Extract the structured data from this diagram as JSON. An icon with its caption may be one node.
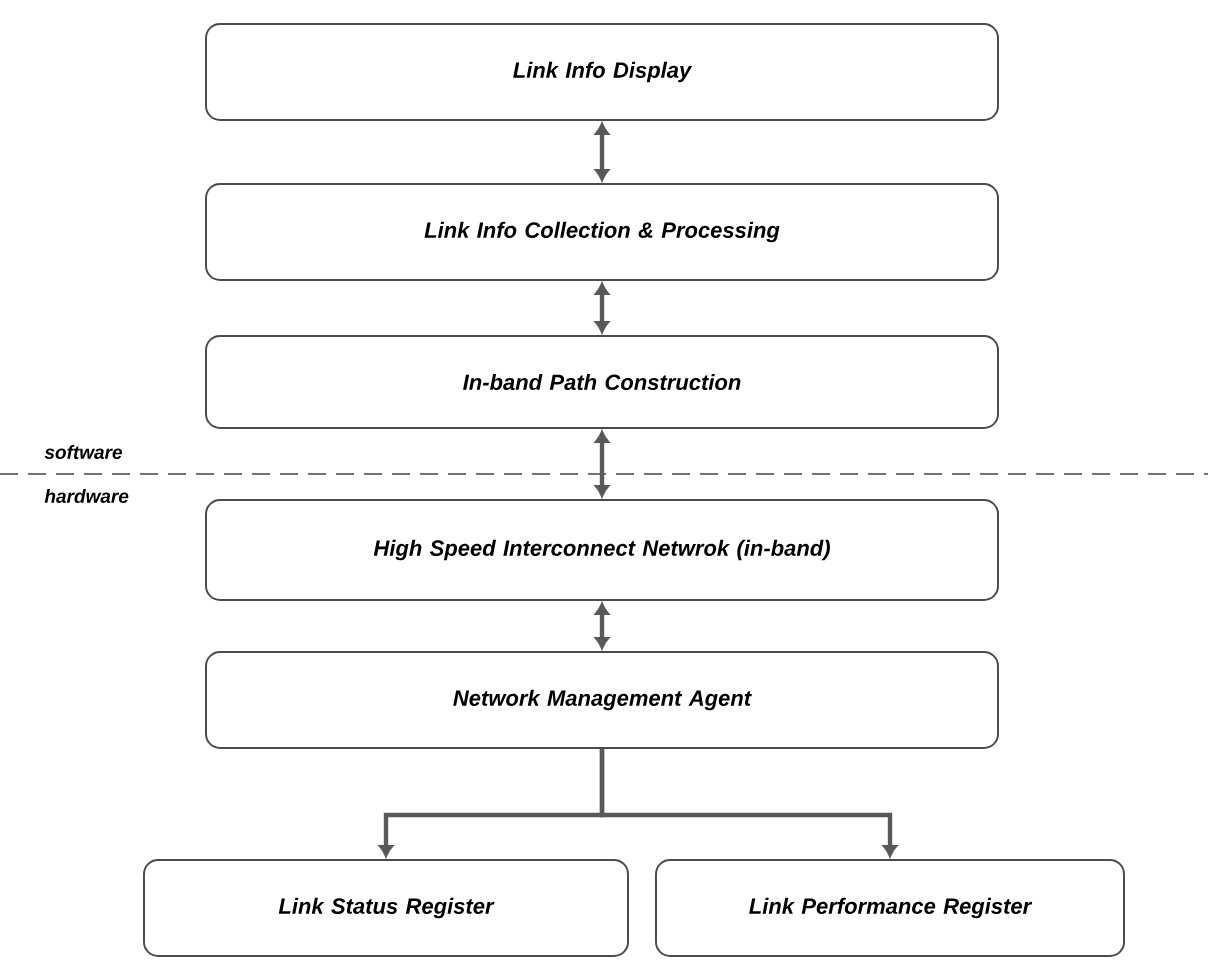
{
  "diagram": {
    "nodes": [
      {
        "text": [
          "Link Info Display"
        ]
      },
      {
        "text": [
          "Link Info Collection & Processing"
        ]
      },
      {
        "text": [
          "In-band Path Construction"
        ]
      },
      {
        "text": [
          "High Speed Interconnect Netwrok (in-band)"
        ]
      },
      {
        "text": [
          "Network Management Agent"
        ]
      },
      {
        "text": [
          "Link Status Register"
        ]
      },
      {
        "text": [
          "Link Performance Register"
        ]
      }
    ],
    "edges": [
      {
        "from": 0,
        "to": 1,
        "arrow": "both"
      },
      {
        "from": 1,
        "to": 2,
        "arrow": "both"
      },
      {
        "from": 2,
        "to": 3,
        "arrow": "both"
      },
      {
        "from": 3,
        "to": 4,
        "arrow": "both"
      },
      {
        "from": 4,
        "to": 5,
        "arrow": "to"
      },
      {
        "from": 4,
        "to": 6,
        "arrow": "to"
      }
    ],
    "labels": [
      "software",
      "hardware"
    ]
  }
}
